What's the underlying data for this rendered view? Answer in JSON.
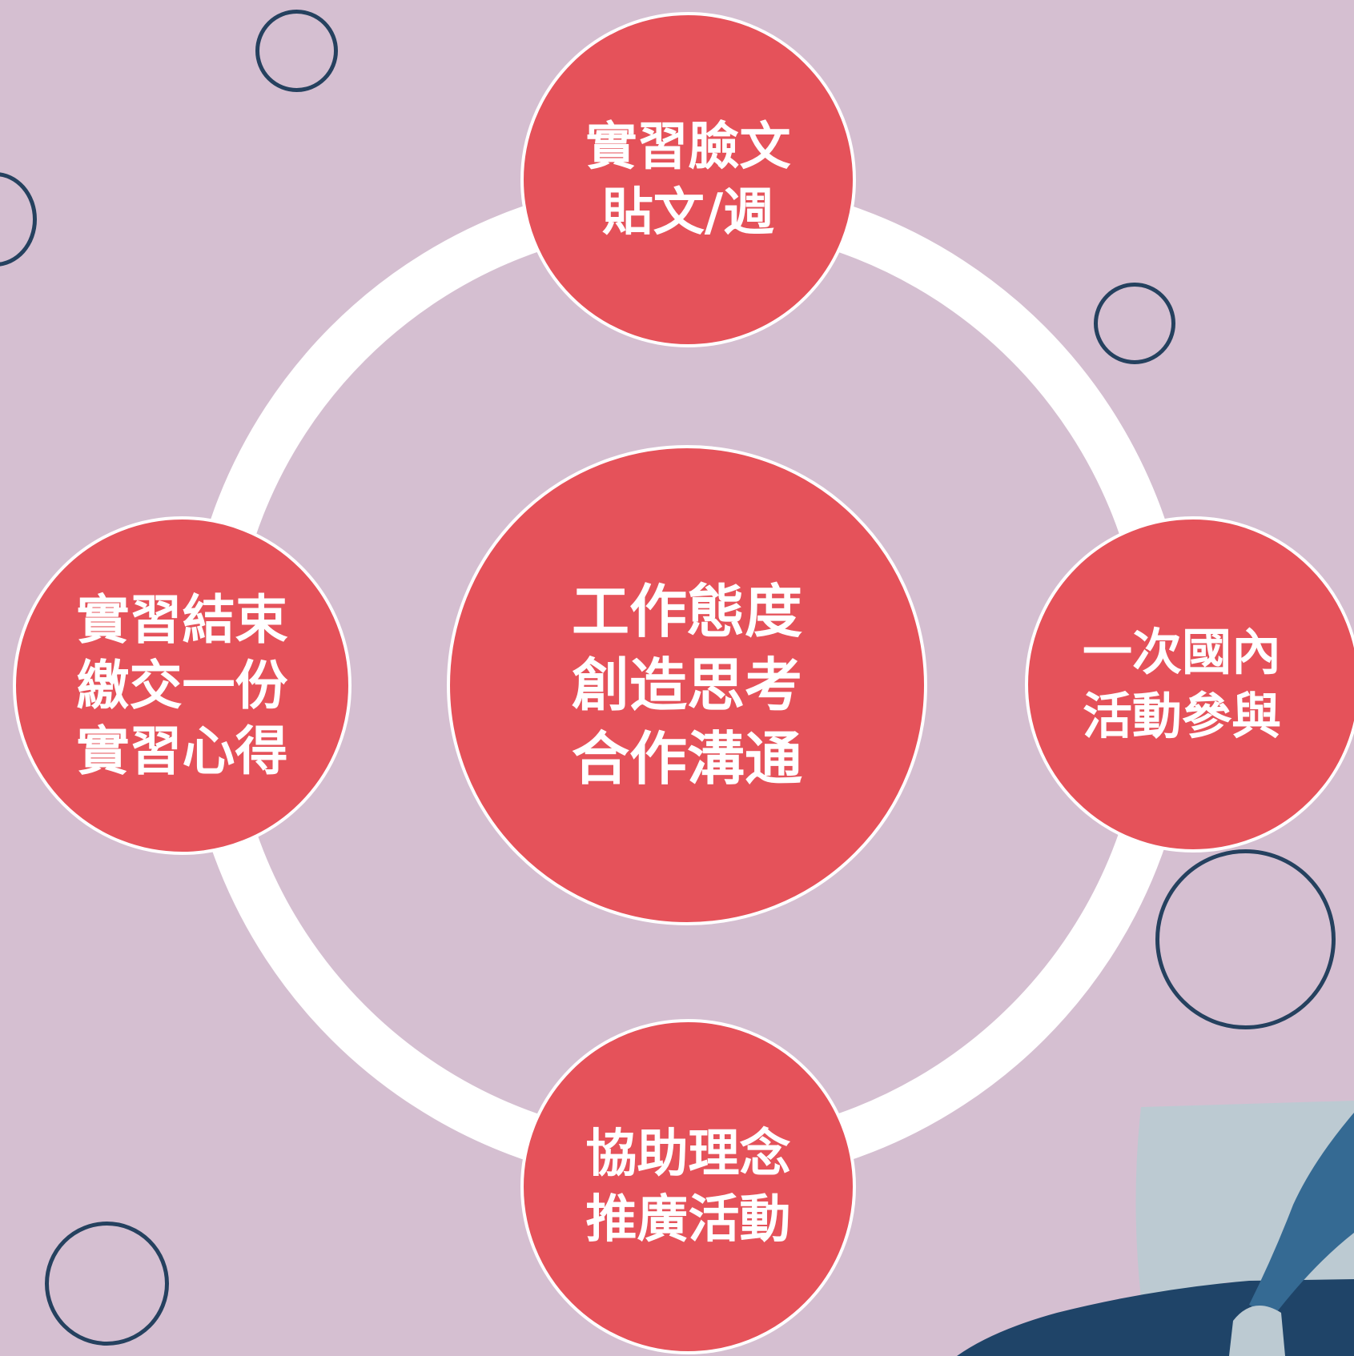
{
  "colors": {
    "background": "#d5bfd1",
    "node_fill": "#e5525a",
    "node_border": "#ffffff",
    "ring": "#ffffff",
    "outline_circle": "#25415f",
    "text": "#ffffff",
    "illustration_sign": "#bccad2",
    "illustration_jacket": "#1f4468",
    "illustration_sleeve": "#356a93"
  },
  "diagram": {
    "type": "hub-and-spoke cycle",
    "center": {
      "lines": [
        "工作態度",
        "創造思考",
        "合作溝通"
      ]
    },
    "top": {
      "lines": [
        "實習臉文",
        "貼文/週"
      ]
    },
    "left": {
      "lines": [
        "實習結束",
        "繳交一份",
        "實習心得"
      ]
    },
    "right": {
      "lines": [
        "一次國內",
        "活動參與"
      ]
    },
    "bottom": {
      "lines": [
        "協助理念",
        "推廣活動"
      ]
    }
  },
  "decorations": {
    "outline_circle_icon": "circle-outline",
    "illustration_icon": "person-holding-sign"
  }
}
